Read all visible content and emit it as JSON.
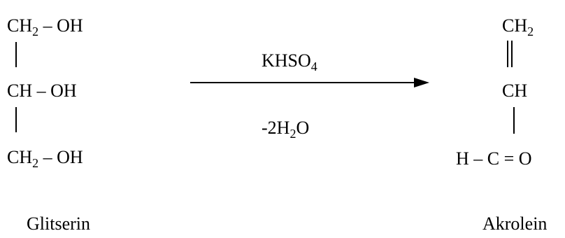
{
  "reactant": {
    "row1": {
      "main": "CH",
      "sub": "2",
      "rest": " – OH"
    },
    "row2": {
      "main": "CH – OH"
    },
    "row3": {
      "main": "CH",
      "sub": "2",
      "rest": " – OH"
    },
    "name": "Glitserin"
  },
  "reagent": {
    "top": {
      "main": "KHSO",
      "sub": "4"
    },
    "bottom": {
      "pre": "-2H",
      "sub": "2",
      "post": "O"
    }
  },
  "product": {
    "row1": {
      "main": "CH",
      "sub": "2"
    },
    "row2": {
      "main": "CH"
    },
    "row3": {
      "main": "H – C = O"
    },
    "name": "Akrolein"
  }
}
